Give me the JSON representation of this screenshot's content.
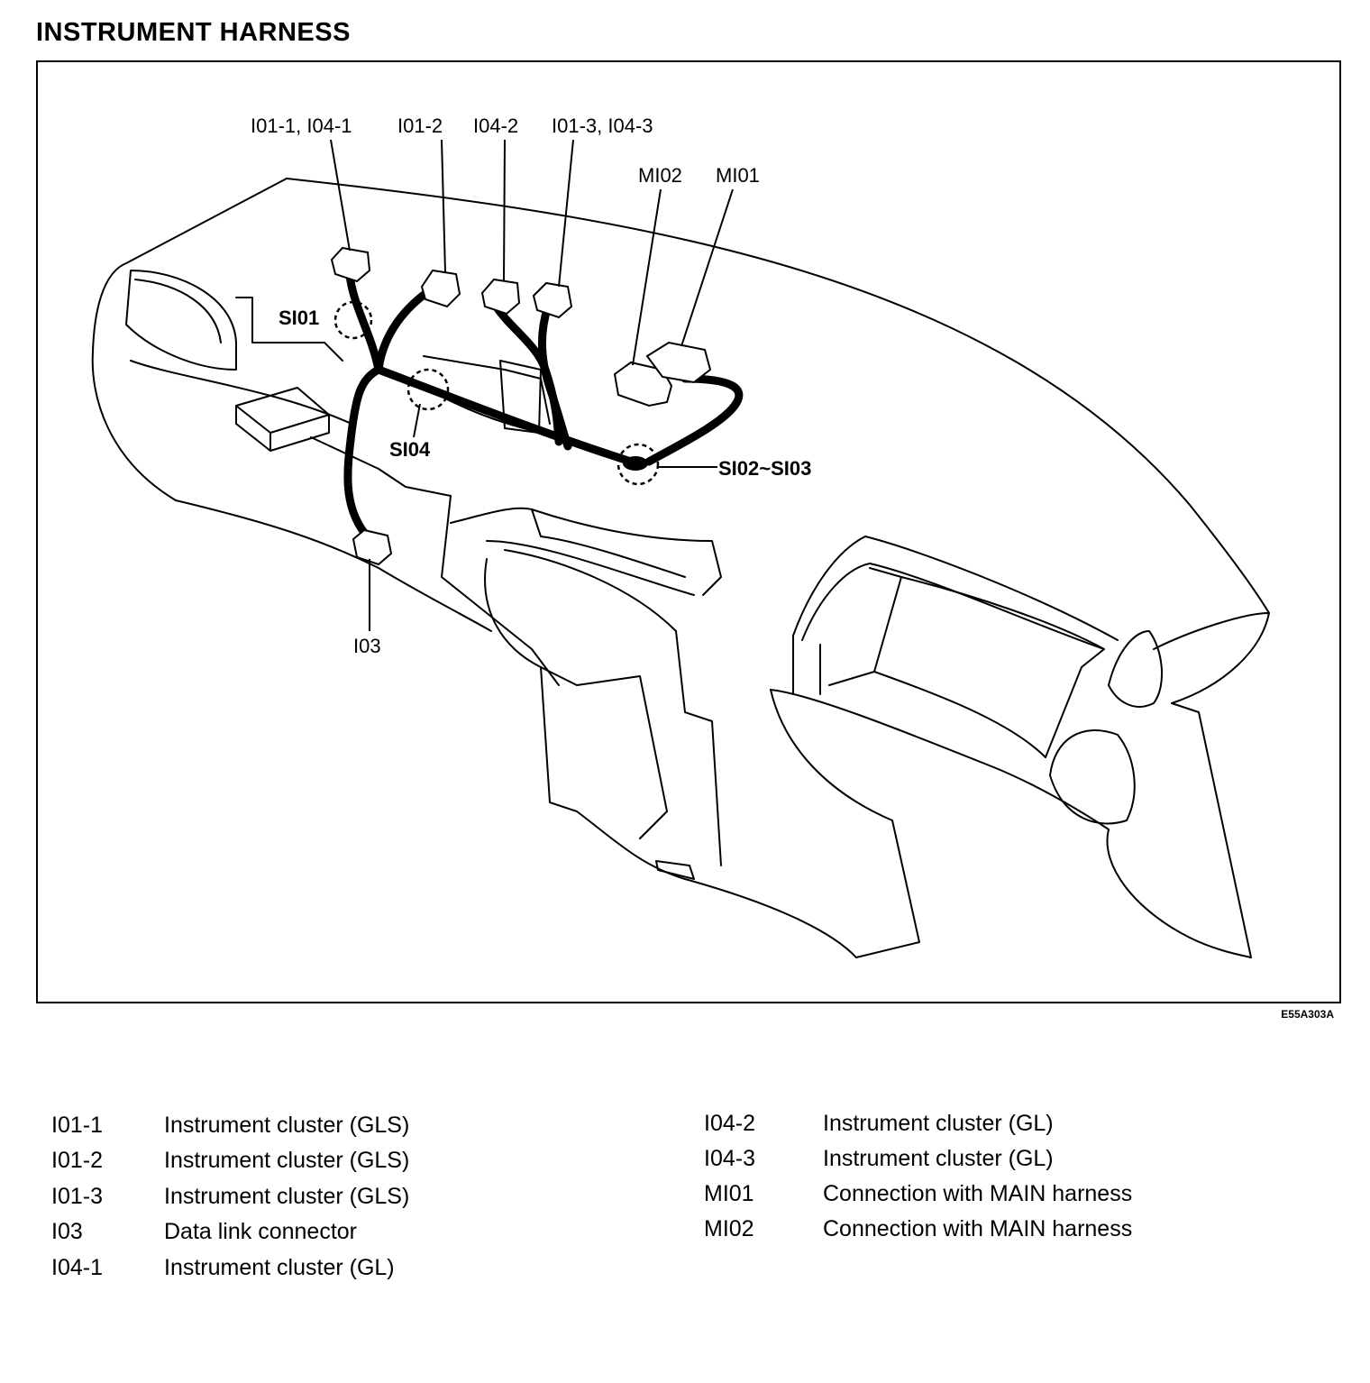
{
  "title": "INSTRUMENT HARNESS",
  "figure_code": "E55A303A",
  "callouts": {
    "i01_1_i04_1": "I01-1, I04-1",
    "i01_2": "I01-2",
    "i04_2": "I04-2",
    "i01_3_i04_3": "I01-3, I04-3",
    "mi02": "MI02",
    "mi01": "MI01",
    "si01": "SI01",
    "si04": "SI04",
    "si02_si03": "SI02~SI03",
    "i03": "I03"
  },
  "legend_left": [
    {
      "code": "I01-1",
      "desc": "Instrument cluster (GLS)"
    },
    {
      "code": "I01-2",
      "desc": "Instrument cluster (GLS)"
    },
    {
      "code": "I01-3",
      "desc": "Instrument cluster (GLS)"
    },
    {
      "code": "I03",
      "desc": "Data link connector"
    },
    {
      "code": "I04-1",
      "desc": "Instrument cluster (GL)"
    }
  ],
  "legend_right": [
    {
      "code": "I04-2",
      "desc": "Instrument cluster (GL)"
    },
    {
      "code": "I04-3",
      "desc": "Instrument cluster (GL)"
    },
    {
      "code": "MI01",
      "desc": "Connection with MAIN harness"
    },
    {
      "code": "MI02",
      "desc": "Connection with MAIN harness"
    }
  ]
}
